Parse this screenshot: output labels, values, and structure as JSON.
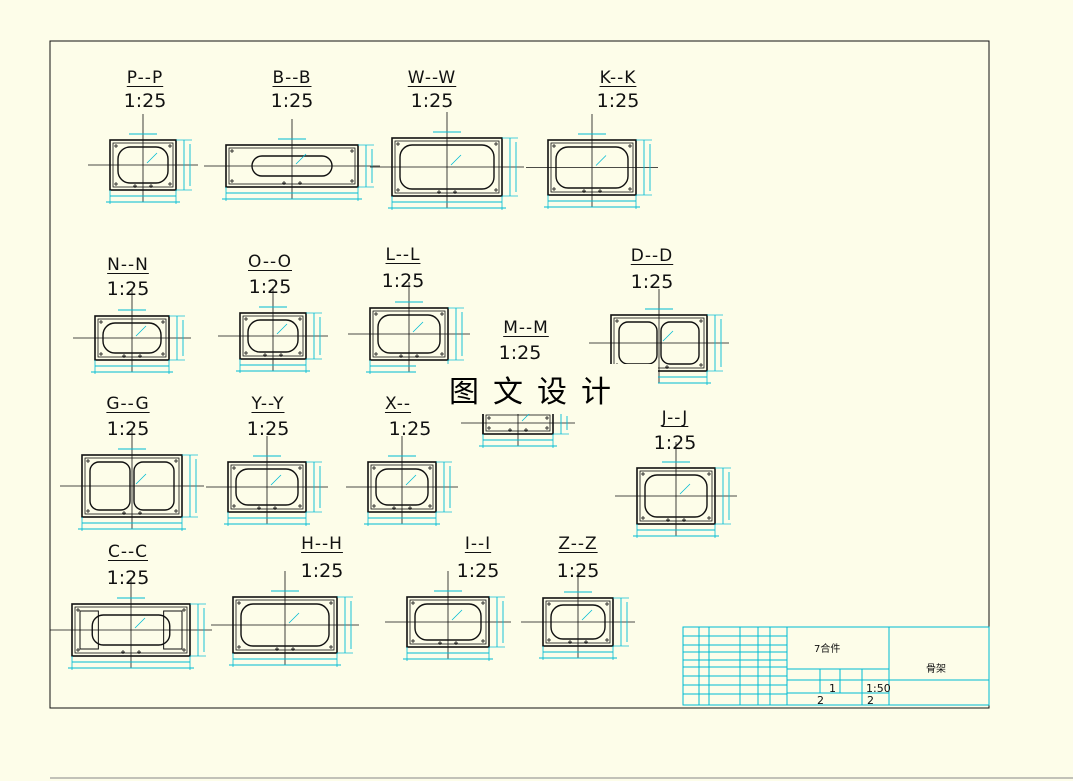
{
  "colors": {
    "background": "#fdfde9",
    "line": "#111111",
    "dimension": "#00bcd4",
    "title_block": "#00bcd4"
  },
  "sections": [
    {
      "title": "P--P",
      "scale": "1:25"
    },
    {
      "title": "B--B",
      "scale": "1:25"
    },
    {
      "title": "W--W",
      "scale": "1:25"
    },
    {
      "title": "K--K",
      "scale": "1:25"
    },
    {
      "title": "N--N",
      "scale": "1:25"
    },
    {
      "title": "O--O",
      "scale": "1:25"
    },
    {
      "title": "L--L",
      "scale": "1:25"
    },
    {
      "title": "M--M",
      "scale": "1:25"
    },
    {
      "title": "D--D",
      "scale": "1:25"
    },
    {
      "title": "G--G",
      "scale": "1:25"
    },
    {
      "title": "Y--Y",
      "scale": "1:25"
    },
    {
      "title": "X--",
      "scale": "1:25"
    },
    {
      "title": "J--J",
      "scale": "1:25"
    },
    {
      "title": "C--C",
      "scale": "1:25"
    },
    {
      "title": "H--H",
      "scale": "1:25"
    },
    {
      "title": "I--I",
      "scale": "1:25"
    },
    {
      "title": "Z--Z",
      "scale": "1:25"
    }
  ],
  "watermark": "图文设计",
  "title_block": {
    "assembly": "7合件",
    "part_name": "骨架",
    "quantity": "1",
    "scale": "1:50",
    "sheets_total": "2",
    "sheet_no": "2"
  }
}
